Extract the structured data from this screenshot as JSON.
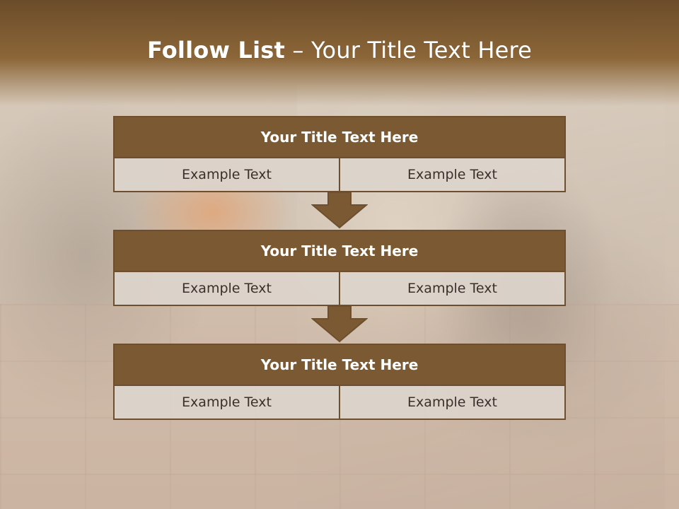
{
  "slide": {
    "title_bold": "Follow List",
    "title_rest": "  – Your Title Text Here"
  },
  "blocks": [
    {
      "title": "Your Title Text Here",
      "cells": [
        "Example Text",
        "Example Text"
      ]
    },
    {
      "title": "Your Title Text Here",
      "cells": [
        "Example Text",
        "Example Text"
      ]
    },
    {
      "title": "Your Title Text Here",
      "cells": [
        "Example Text",
        "Example Text"
      ]
    }
  ],
  "colors": {
    "header_fill": "#7b5a33",
    "border": "#6d4f2f",
    "arrow_fill": "#7b5a33",
    "cell_fill": "#dcd4cc",
    "title_band": "#8c6638"
  },
  "icons": {
    "arrow": "down-arrow-icon"
  }
}
